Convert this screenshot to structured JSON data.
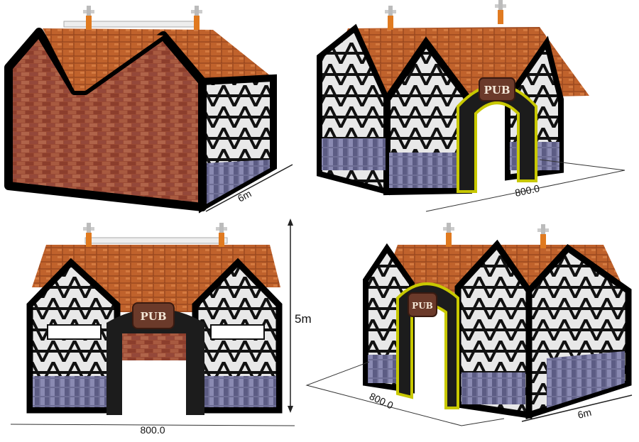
{
  "views": [
    {
      "name": "brick-back-view",
      "labels": {
        "depth": "6m"
      }
    },
    {
      "name": "perspective-front-right",
      "labels": {
        "width": "800.0"
      },
      "sign": "PUB"
    },
    {
      "name": "front-view",
      "labels": {
        "width": "800.0",
        "height": "5m"
      },
      "sign": "PUB"
    },
    {
      "name": "perspective-front-left",
      "labels": {
        "width": "800.0",
        "depth": "6m"
      },
      "sign": "PUB"
    }
  ],
  "colors": {
    "roof": "#c0622c",
    "brick": "#9a4a34",
    "timber": "#111111",
    "plaster": "#e6e6e6",
    "base": "#7b7ba0",
    "arch_trim": "#c8c800"
  }
}
